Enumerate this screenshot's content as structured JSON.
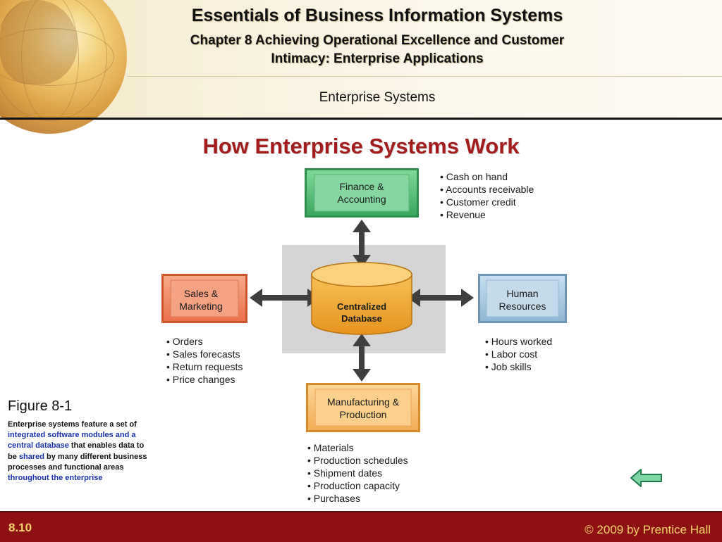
{
  "header": {
    "title": "Essentials of Business Information Systems",
    "chapter": "Chapter 8 Achieving Operational Excellence and Customer",
    "chapter_line2": "Intimacy: Enterprise Applications",
    "section": "Enterprise Systems"
  },
  "slide": {
    "title": "How Enterprise Systems Work"
  },
  "diagram": {
    "center": {
      "line1": "Centralized",
      "line2": "Database"
    },
    "modules": {
      "finance": {
        "line1": "Finance &",
        "line2": "Accounting",
        "color": "#4fbe72"
      },
      "sales": {
        "line1": "Sales &",
        "line2": "Marketing",
        "color": "#ee8a66"
      },
      "hr": {
        "line1": "Human",
        "line2": "Resources",
        "color": "#a9cbe0"
      },
      "manufacturing": {
        "line1": "Manufacturing &",
        "line2": "Production",
        "color": "#f6c173"
      }
    },
    "lists": {
      "finance": [
        "Cash on hand",
        "Accounts receivable",
        "Customer credit",
        "Revenue"
      ],
      "sales": [
        "Orders",
        "Sales forecasts",
        "Return requests",
        "Price changes"
      ],
      "hr": [
        "Hours worked",
        "Labor cost",
        "Job skills"
      ],
      "manufacturing": [
        "Materials",
        "Production schedules",
        "Shipment dates",
        "Production capacity",
        "Purchases"
      ]
    }
  },
  "caption": {
    "title": "Figure 8-1",
    "p1": "Enterprise systems feature a set of ",
    "h1": "integrated software modules and a central database",
    "p2": " that enables data to be ",
    "h2": "shared",
    "p3": " by many different business processes and functional areas ",
    "h3": "throughout the enterprise"
  },
  "footer": {
    "page": "8.10",
    "copyright": "© 2009 by Prentice Hall"
  },
  "colors": {
    "title_red": "#a41d1d",
    "footer_bg": "#8e1111",
    "footer_text": "#f3d36a",
    "link_blue": "#1a32a8",
    "db_orange": "#f0a52b"
  },
  "icons": {
    "back": "left-arrow-icon"
  }
}
